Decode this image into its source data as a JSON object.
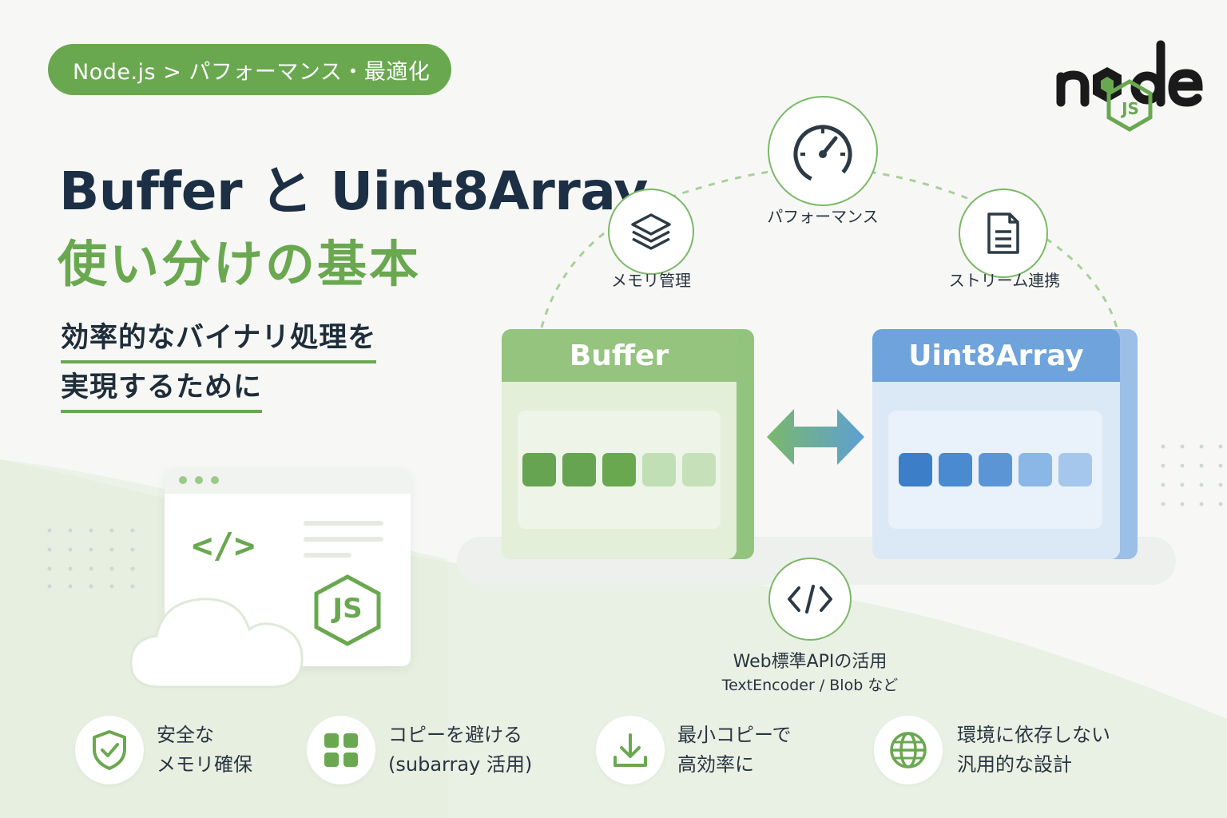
{
  "breadcrumb": "Node.js > パフォーマンス・最適化",
  "title": {
    "line1": "Buffer と Uint8Array",
    "line2": "使い分けの基本"
  },
  "subtitle": {
    "line1": "効率的なバイナリ処理を",
    "line2": "実現するために"
  },
  "logo": {
    "word": "node",
    "badge": "JS"
  },
  "features_top": [
    {
      "label": "メモリ管理",
      "icon": "layers-icon"
    },
    {
      "label": "パフォーマンス",
      "icon": "speedometer-icon"
    },
    {
      "label": "ストリーム連携",
      "icon": "document-icon"
    }
  ],
  "blocks": {
    "buffer": {
      "label": "Buffer"
    },
    "uint8array": {
      "label": "Uint8Array"
    }
  },
  "webapi": {
    "title": "Web標準APIの活用",
    "subtitle": "TextEncoder / Blob など"
  },
  "code_window": {
    "code_glyph": "</>",
    "badge": "JS"
  },
  "bottom_features": [
    {
      "line1": "安全な",
      "line2": "メモリ確保",
      "icon": "shield-check-icon"
    },
    {
      "line1": "コピーを避ける",
      "line2": "(subarray 活用)",
      "icon": "grid-icon"
    },
    {
      "line1": "最小コピーで",
      "line2": "高効率に",
      "icon": "download-icon"
    },
    {
      "line1": "環境に依存しない",
      "line2": "汎用的な設計",
      "icon": "globe-icon"
    }
  ],
  "colors": {
    "green": "#6aa850",
    "blue": "#5b95d6",
    "navy": "#1c2f44"
  }
}
